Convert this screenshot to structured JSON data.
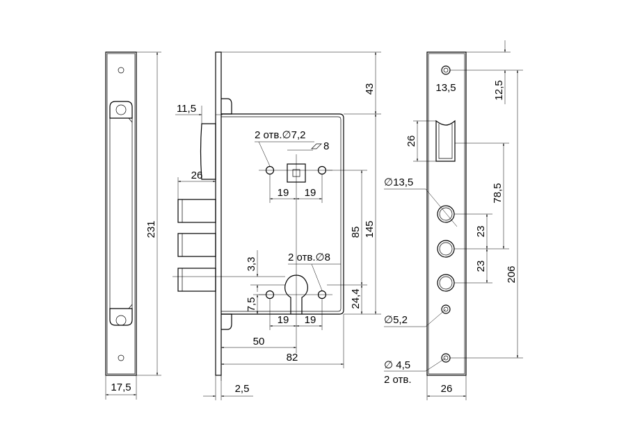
{
  "drawing": {
    "dims": {
      "faceplate_length": "231",
      "faceplate_width": "17,5",
      "latch_protrusion": "11,5",
      "bolt_protrusion": "26",
      "top_offset": "43",
      "handle_holes": "2 отв.∅7,2",
      "spindle_square": "8",
      "spindle_left": "19",
      "spindle_right": "19",
      "handle_to_cylinder": "85",
      "body_height": "145",
      "cylinder_holes": "2 отв.∅8",
      "cylinder_offset": "3,3",
      "cylinder_hole_height": "7,5",
      "cylinder_left": "19",
      "cylinder_right": "19",
      "cylinder_bottom": "24,4",
      "backset": "50",
      "body_depth": "82",
      "plate_thickness": "2,5",
      "strike_top_hole": "13,5",
      "strike_top_offset": "12,5",
      "strike_latch_window": "26",
      "strike_latch_to_bolt": "78,5",
      "strike_bolt_hole": "∅13,5",
      "strike_bolt_pitch_1": "23",
      "strike_bolt_pitch_2": "23",
      "strike_hole_spacing": "206",
      "strike_small_hole": "∅5,2",
      "strike_mount_hole": "∅ 4,5",
      "strike_mount_count": "2 отв.",
      "strike_width": "26"
    }
  }
}
